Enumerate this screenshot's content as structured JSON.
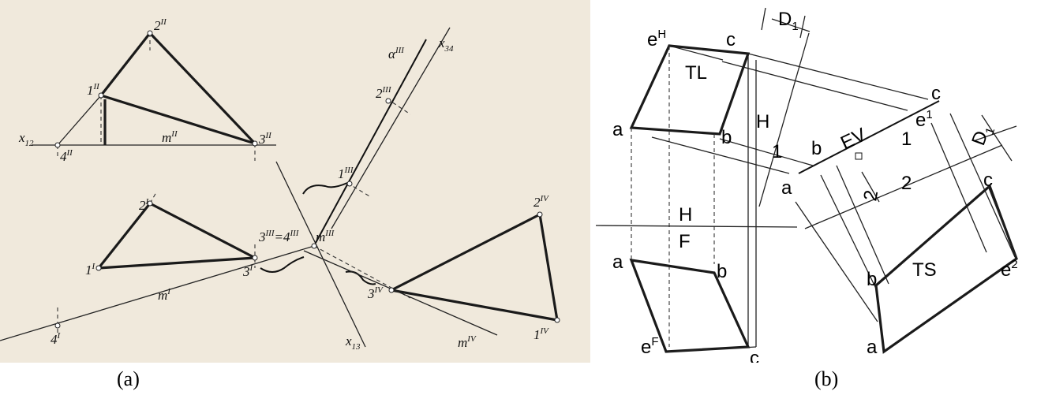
{
  "captions": {
    "a": "(a)",
    "b": "(b)"
  },
  "panel_a": {
    "labels": {
      "p2_II": "2",
      "p2_II_sup": "II",
      "p1_II": "1",
      "p1_II_sup": "II",
      "p3_II": "3",
      "p3_II_sup": "II",
      "p4_II": "4",
      "p4_II_sup": "II",
      "x12": "x",
      "x12_sub": "12",
      "m_II": "m",
      "m_II_sup": "II",
      "p2_I": "2",
      "p2_I_sup": "I",
      "p1_I": "1",
      "p1_I_sup": "I",
      "p3_I": "3",
      "p3_I_sup": "I",
      "p4_I": "4",
      "p4_I_sup": "I",
      "m_I": "m",
      "m_I_sup": "I",
      "alpha_III": "α",
      "alpha_III_sup": "III",
      "x34": "x",
      "x34_sub": "34",
      "p2_III": "2",
      "p2_III_sup": "III",
      "p1_III": "1",
      "p1_III_sup": "III",
      "p34_III": "3",
      "p34_III_sup": "III",
      "p34_III_mid": "=4",
      "p34_III_sup2": "III",
      "m_III": "m",
      "m_III_sup": "III",
      "p2_IV": "2",
      "p2_IV_sup": "IV",
      "p3_IV": "3",
      "p3_IV_sup": "IV",
      "p1_IV": "1",
      "p1_IV_sup": "IV",
      "x13": "x",
      "x13_sub": "13",
      "m_IV": "m",
      "m_IV_sup": "IV"
    }
  },
  "panel_b": {
    "labels": {
      "eH": "e",
      "eH_sup": "H",
      "c_top": "c",
      "TL": "TL",
      "D1": "D",
      "D1_sub": "1",
      "a_top": "a",
      "b_top": "b",
      "H1_H": "H",
      "H1_1": "1",
      "c_mid": "c",
      "e1": "e",
      "e1_sup": "1",
      "b_mid": "b",
      "a_mid": "a",
      "EV": "EV",
      "num1": "1",
      "num2": "2",
      "num2_small": "2",
      "D1_right": "D",
      "D1_right_sub": "1",
      "c_right": "c",
      "HF_H": "H",
      "HF_F": "F",
      "a_front": "a",
      "b_front": "b",
      "eF": "e",
      "eF_sup": "F",
      "c_front": "c",
      "b_aux": "b",
      "TS": "TS",
      "e2": "e",
      "e2_sup": "2",
      "a_aux": "a"
    }
  }
}
